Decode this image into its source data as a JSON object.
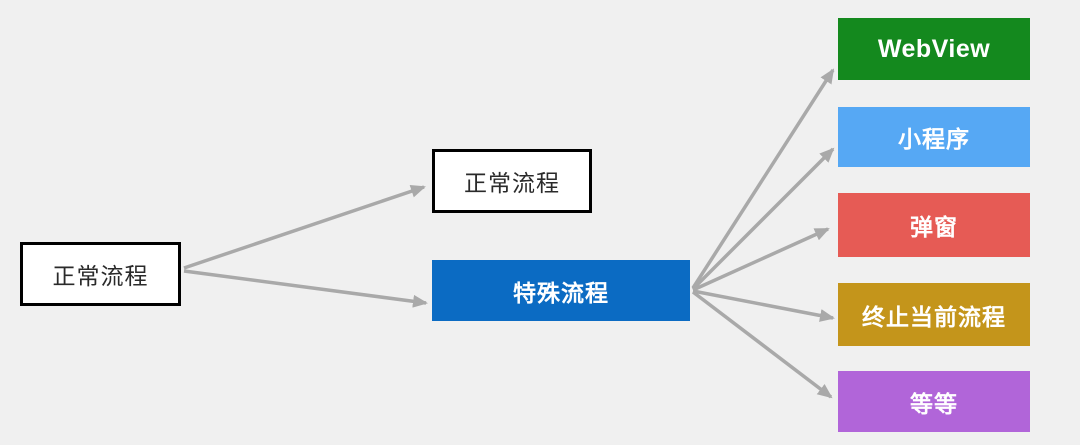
{
  "page": {
    "background_color": "#f0f0f0"
  },
  "diagram": {
    "arrow_color": "#a9a9a9",
    "nodes": {
      "left_normal": {
        "label": "正常流程",
        "bg": "#ffffff",
        "text_color": "#2a2a2a",
        "border_color": "#000000"
      },
      "mid_normal": {
        "label": "正常流程",
        "bg": "#ffffff",
        "text_color": "#2a2a2a",
        "border_color": "#000000"
      },
      "special": {
        "label": "特殊流程",
        "bg": "#0b6bc3",
        "text_color": "#ffffff"
      },
      "webview": {
        "label": "WebView",
        "bg": "#14891e",
        "text_color": "#ffffff"
      },
      "miniprogram": {
        "label": "小程序",
        "bg": "#56a8f4",
        "text_color": "#ffffff"
      },
      "popup": {
        "label": "弹窗",
        "bg": "#e65b55",
        "text_color": "#ffffff"
      },
      "terminate": {
        "label": "终止当前流程",
        "bg": "#c4951b",
        "text_color": "#ffffff"
      },
      "etc": {
        "label": "等等",
        "bg": "#b165d9",
        "text_color": "#ffffff"
      }
    },
    "edges": [
      {
        "from": "left_normal",
        "to": "mid_normal"
      },
      {
        "from": "left_normal",
        "to": "special"
      },
      {
        "from": "special",
        "to": "webview"
      },
      {
        "from": "special",
        "to": "miniprogram"
      },
      {
        "from": "special",
        "to": "popup"
      },
      {
        "from": "special",
        "to": "terminate"
      },
      {
        "from": "special",
        "to": "etc"
      }
    ]
  }
}
